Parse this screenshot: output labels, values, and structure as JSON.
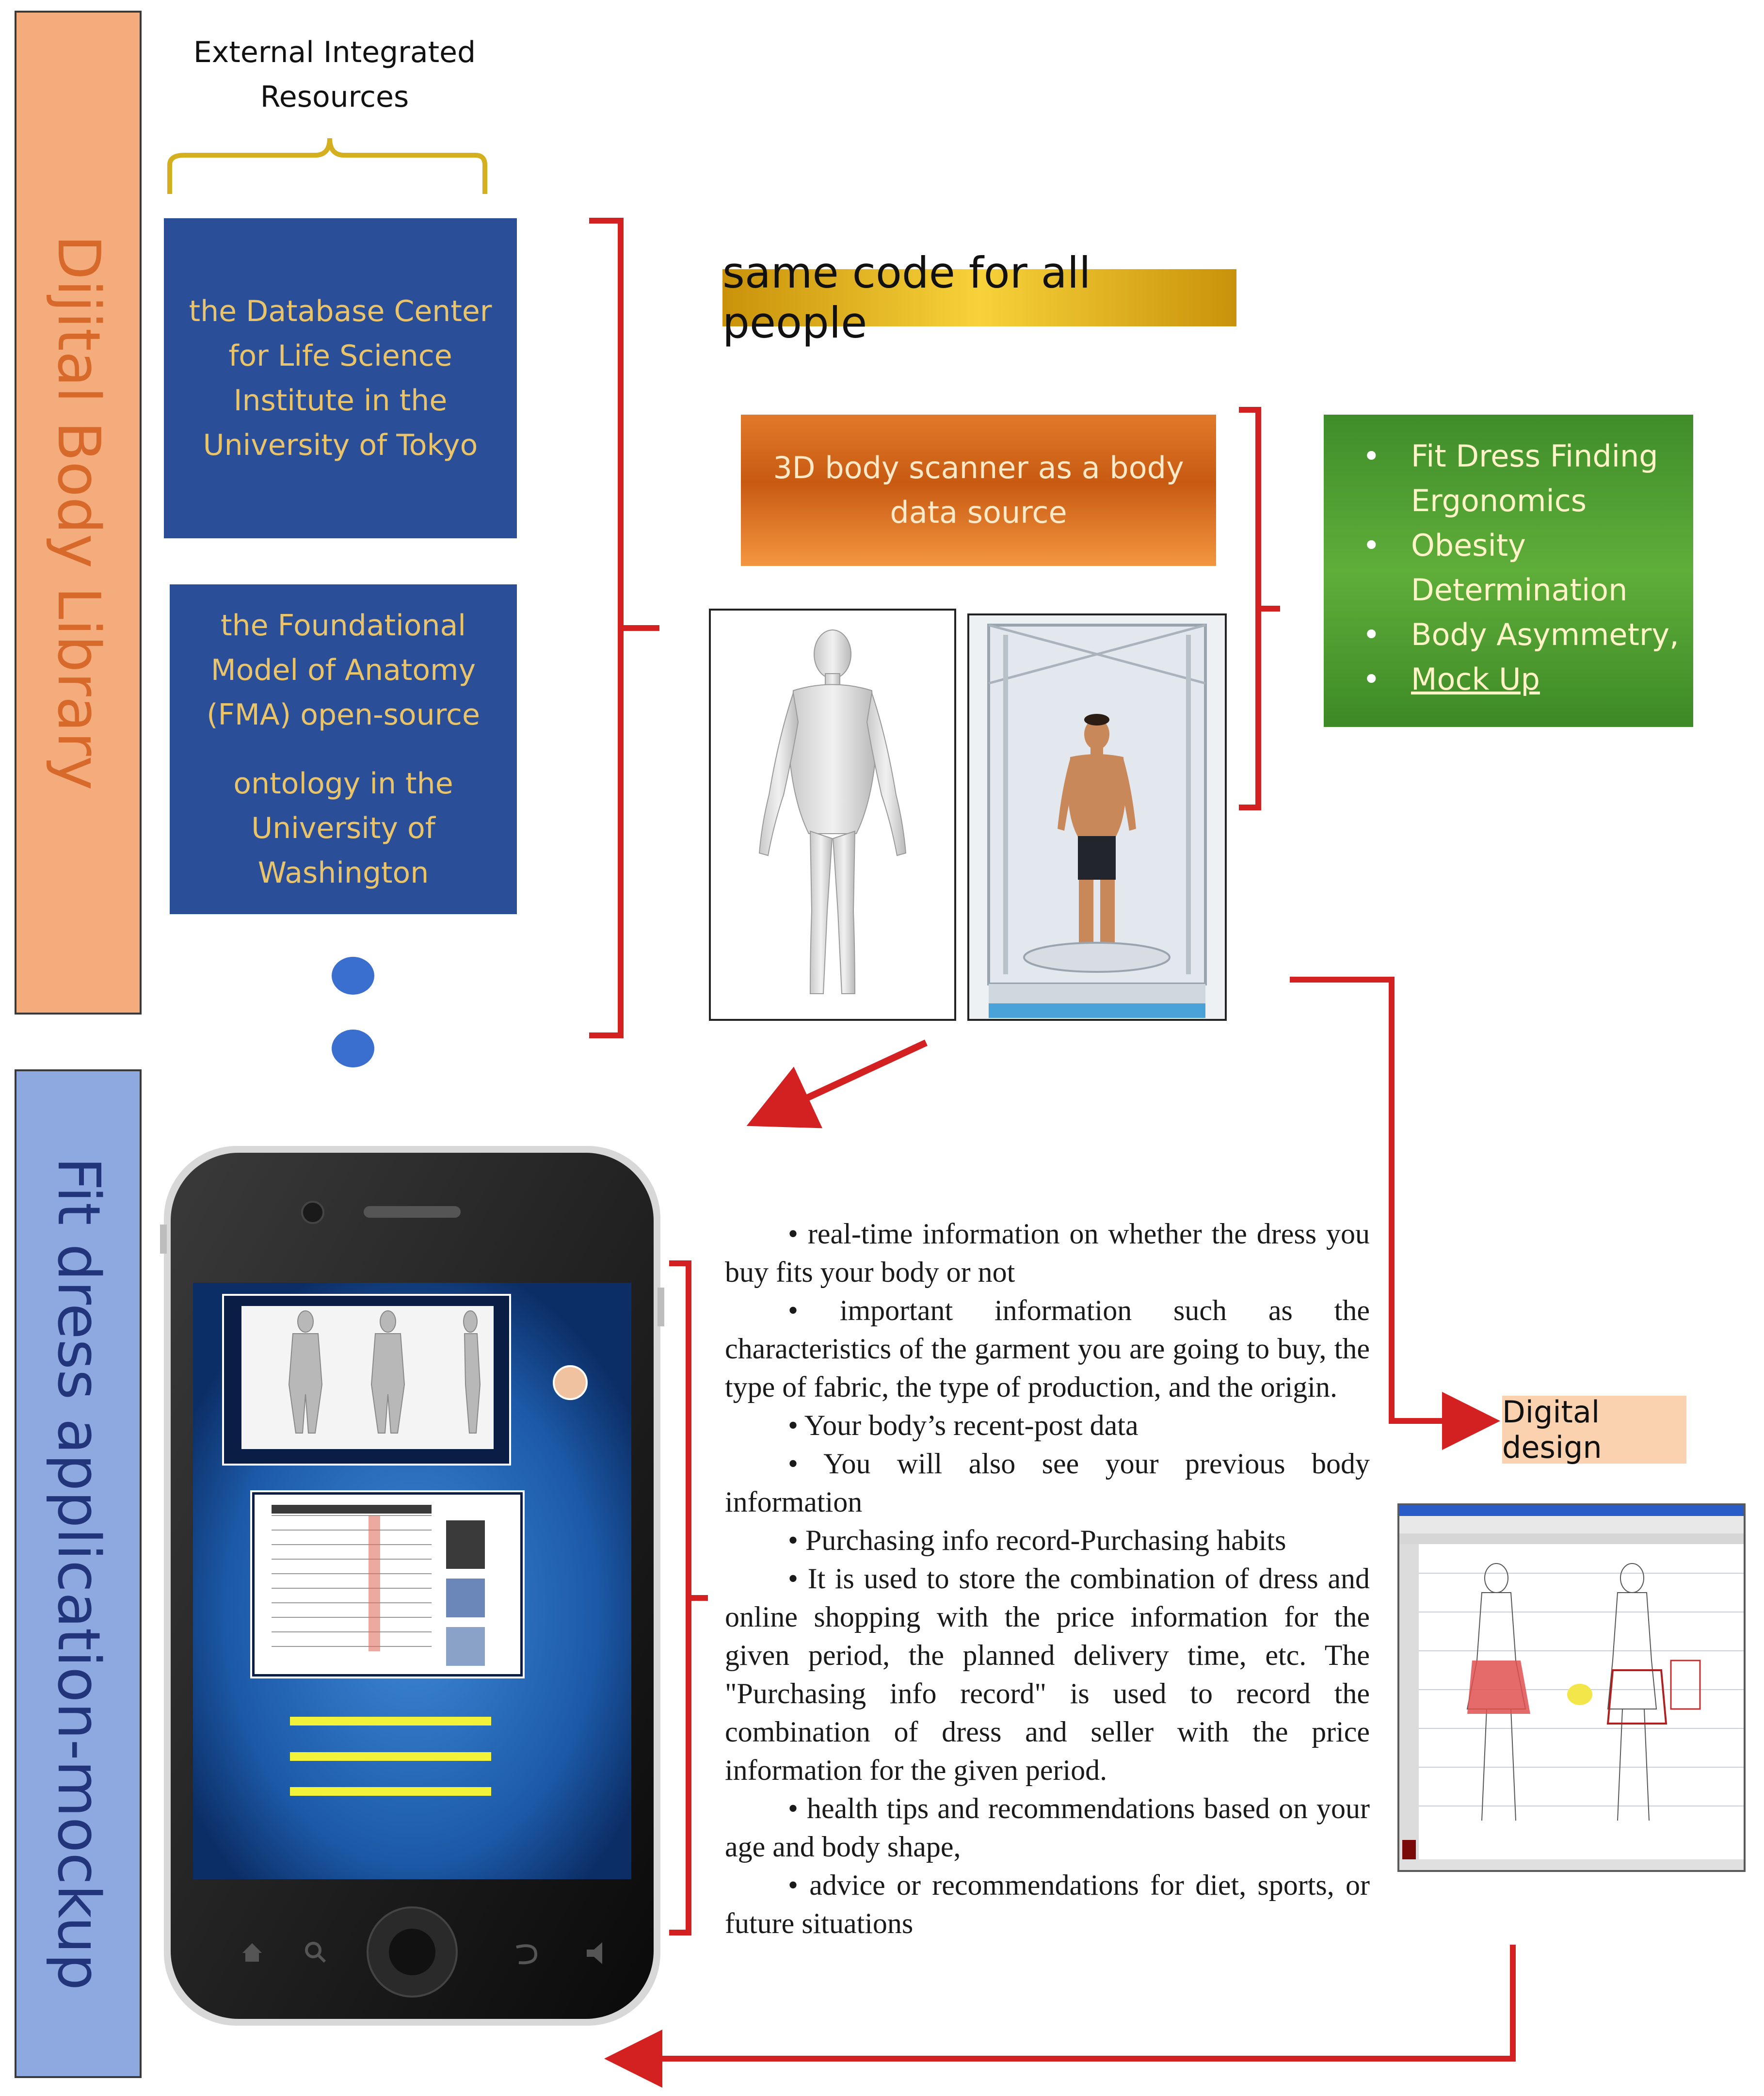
{
  "left_banners": {
    "top": "Dijital Body Library",
    "bottom": "Fit dress application-mockup"
  },
  "external": {
    "title_line1": "External Integrated",
    "title_line2": "Resources"
  },
  "resource_boxes": {
    "box1_lines": [
      "the Database Center",
      "for Life Science",
      "Institute in the",
      "University of Tokyo"
    ],
    "box2_lines_a": [
      "the Foundational",
      "Model of Anatomy",
      "(FMA) open-source"
    ],
    "box2_lines_b": [
      "ontology in the",
      "University of",
      "Washington"
    ]
  },
  "headline": "same code for all people",
  "scanner_box": {
    "line1": "3D body scanner as a body",
    "line2": "data source"
  },
  "applications": [
    "Fit Dress Finding Ergonomics",
    "Obesity Determination",
    "Body Asymmetry,",
    "Mock Up"
  ],
  "features": [
    "• real-time information on whether the dress you buy fits your body or not",
    "• important information such as the characteristics of the garment you are going to buy, the type of fabric, the type of production, and the origin.",
    "• Your body’s recent-post data",
    "• You will also see your previous body information",
    "• Purchasing info record-Purchasing habits",
    "• It is used to store the combination of dress and online shopping with the price information for the given period, the planned delivery time, etc. The \"Purchasing info record\" is used to record the combination of dress and seller with the price information for the given period.",
    "• health tips and recommendations based on your age and body shape,",
    "• advice or recommendations for diet, sports, or future situations"
  ],
  "digital_design": "Digital design",
  "colors": {
    "arrow_red": "#d32020",
    "brace_gold": "#d4b020",
    "resource_blue": "#2a4f98",
    "resource_text": "#e9c46a"
  }
}
